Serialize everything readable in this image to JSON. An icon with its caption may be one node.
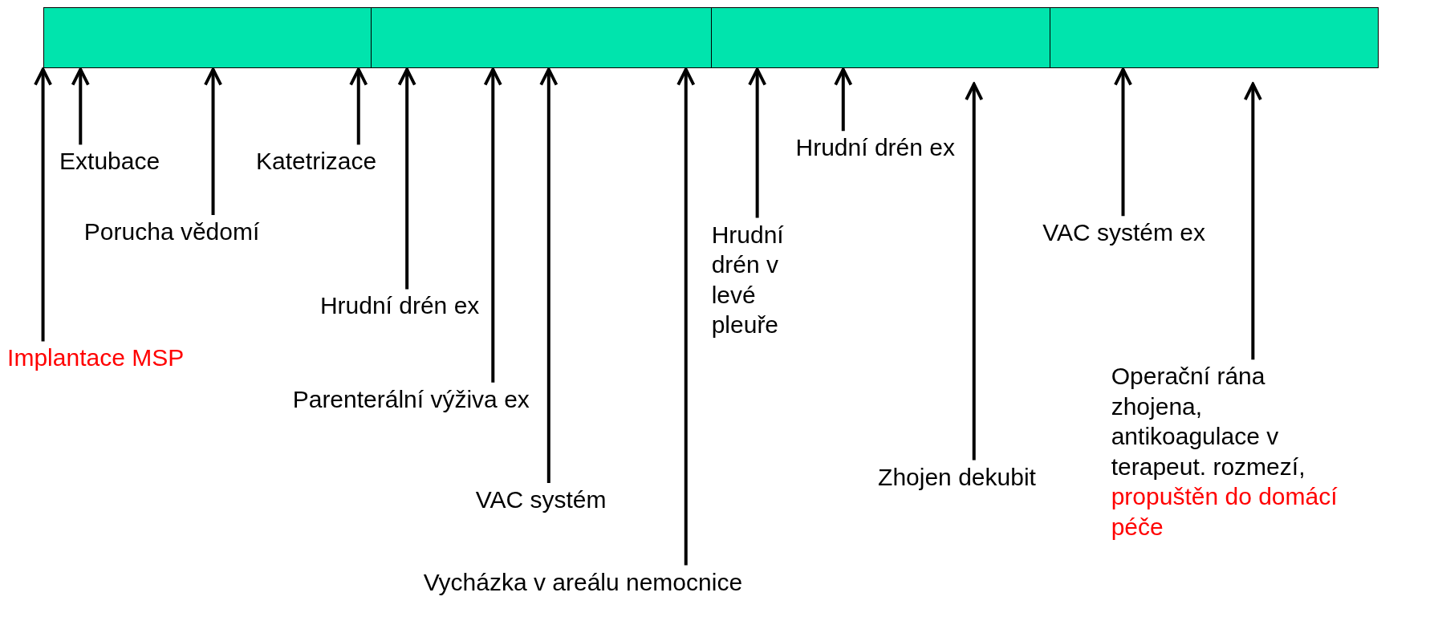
{
  "diagram": {
    "nodes": [
      {
        "text": [],
        "shape": "bar"
      },
      {
        "text": [],
        "shape": "bar"
      },
      {
        "text": [],
        "shape": "bar"
      },
      {
        "text": [],
        "shape": "bar"
      },
      {
        "text": [
          "Implantace MSP"
        ]
      },
      {
        "text": [
          "Extubace"
        ]
      },
      {
        "text": [
          "Porucha vědomí"
        ]
      },
      {
        "text": [
          "Katetrizace"
        ]
      },
      {
        "text": [
          "Hrudní drén ex"
        ]
      },
      {
        "text": [
          "Parenterální výživa ex"
        ]
      },
      {
        "text": [
          "VAC systém"
        ]
      },
      {
        "text": [
          "Vycházka v areálu nemocnice"
        ]
      },
      {
        "text": [
          "Hrudní drén v levé pleuře"
        ]
      },
      {
        "text": [
          "Hrudní drén ex"
        ]
      },
      {
        "text": [
          "Zhojen dekubit"
        ]
      },
      {
        "text": [
          "VAC systém ex"
        ]
      },
      {
        "text": [
          "Operační rána zhojena, antikoagulace v terapeut. rozmezí,",
          "propuštěn do domácí péče"
        ]
      }
    ],
    "edges": [
      {
        "from": 4,
        "to": 0,
        "arrow": "to"
      },
      {
        "from": 5,
        "to": 0,
        "arrow": "to"
      },
      {
        "from": 6,
        "to": 0,
        "arrow": "to"
      },
      {
        "from": 7,
        "to": 0,
        "arrow": "to"
      },
      {
        "from": 8,
        "to": 1,
        "arrow": "to"
      },
      {
        "from": 9,
        "to": 1,
        "arrow": "to"
      },
      {
        "from": 10,
        "to": 1,
        "arrow": "to"
      },
      {
        "from": 11,
        "to": 1,
        "arrow": "to"
      },
      {
        "from": 12,
        "to": 2,
        "arrow": "to"
      },
      {
        "from": 13,
        "to": 2,
        "arrow": "to"
      },
      {
        "from": 14,
        "to": 2,
        "arrow": "to"
      },
      {
        "from": 15,
        "to": 3,
        "arrow": "to"
      },
      {
        "from": 16,
        "to": 3,
        "arrow": "to"
      }
    ]
  }
}
